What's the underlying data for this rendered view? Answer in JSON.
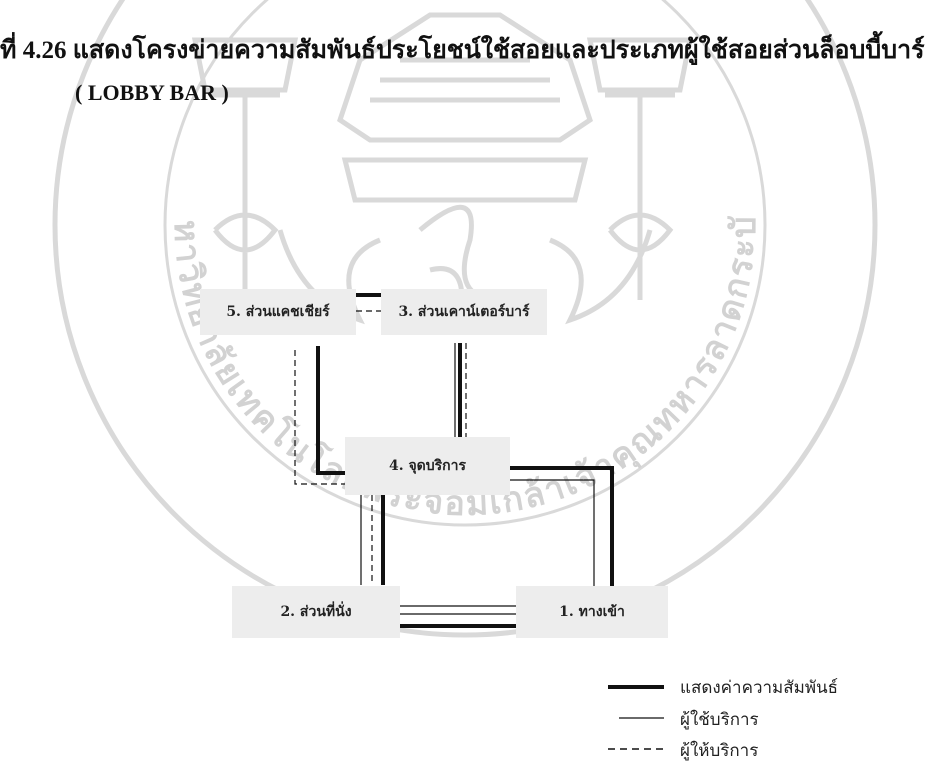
{
  "caption": {
    "title": "ที่ 4.26 แสดงโครงข่ายความสัมพันธ์ประโยชน์ใช้สอยและประเภทผู้ใช้สอยส่วนล็อบบี้บาร์",
    "subtitle": "( LOBBY BAR )"
  },
  "nodes": {
    "cashier": "5. ส่วนแคชเชียร์",
    "counter_bar": "3. ส่วนเคาน์เตอร์บาร์",
    "service_point": "4. จุดบริการ",
    "seating": "2. ส่วนที่นั่ง",
    "entrance": "1. ทางเข้า"
  },
  "legend": {
    "relation": "แสดงค่าความสัมพันธ์",
    "user": "ผู้ใช้บริการ",
    "provider": "ผู้ให้บริการ"
  },
  "watermark": {
    "color": "#d6d6d6",
    "text": "มหาวิทยาลัยเทคโนโลยีพระจอมเกล้าเจ้าคุณทหารลาดกระบัง"
  }
}
